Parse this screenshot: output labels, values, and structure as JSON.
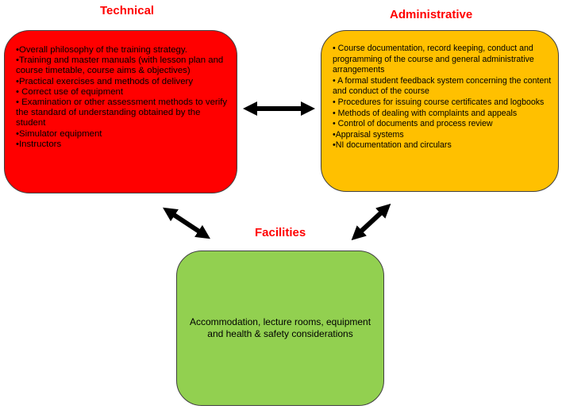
{
  "technical": {
    "heading": "Technical",
    "items": [
      "•Overall philosophy of the training strategy.",
      "•Training and master manuals (with lesson plan and course timetable, course aims & objectives)",
      "•Practical exercises  and methods of delivery",
      "• Correct use of equipment",
      "• Examination or other assessment methods to verify the standard of understanding obtained by the student",
      "•Simulator equipment",
      "•Instructors"
    ]
  },
  "administrative": {
    "heading": "Administrative",
    "items": [
      "• Course documentation, record keeping,  conduct and programming of the course and general administrative arrangements",
      "• A formal student feedback system concerning the content and conduct of the course",
      "• Procedures for issuing course certificates  and logbooks",
      "• Methods of dealing  with complaints and appeals",
      "• Control of documents  and process review",
      "•Appraisal systems",
      "•NI documentation and circulars"
    ]
  },
  "facilities": {
    "heading": "Facilities",
    "text": "Accommodation, lecture rooms, equipment and health & safety considerations"
  },
  "colors": {
    "heading": "#ff0000",
    "technical_fill": "#ff0000",
    "administrative_fill": "#ffc000",
    "facilities_fill": "#92d050",
    "arrow": "#000000"
  }
}
